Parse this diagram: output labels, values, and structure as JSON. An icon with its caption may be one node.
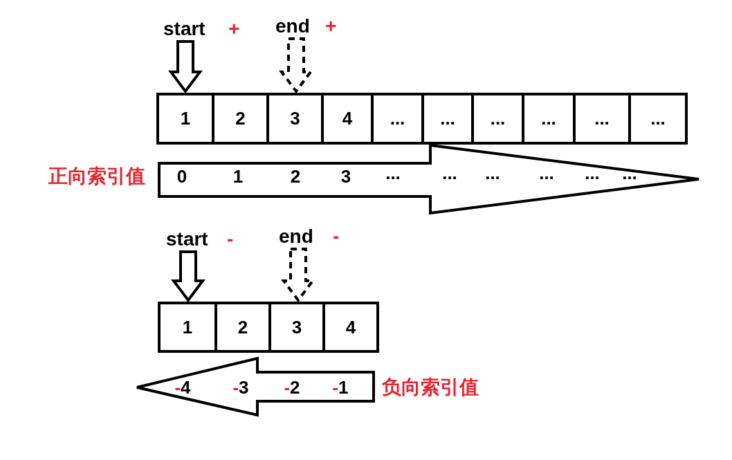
{
  "diagram": {
    "nodes": [
      {
        "text": [
          "start",
          "+"
        ]
      },
      {
        "text": [
          "end",
          "+"
        ]
      },
      {
        "text": [
          "1"
        ]
      },
      {
        "text": [
          "2"
        ]
      },
      {
        "text": [
          "3"
        ]
      },
      {
        "text": [
          "4"
        ]
      },
      {
        "text": [
          "..."
        ]
      },
      {
        "text": [
          "..."
        ]
      },
      {
        "text": [
          "..."
        ]
      },
      {
        "text": [
          "..."
        ]
      },
      {
        "text": [
          "..."
        ]
      },
      {
        "text": [
          "..."
        ]
      },
      {
        "text": [
          "0",
          "1",
          "2",
          "3",
          "...",
          "...",
          "...",
          "...",
          "...",
          "..."
        ],
        "beside": [
          "正向索引值"
        ]
      },
      {
        "text": [
          "start",
          "-"
        ]
      },
      {
        "text": [
          "end",
          "-"
        ]
      },
      {
        "text": [
          "1"
        ]
      },
      {
        "text": [
          "2"
        ]
      },
      {
        "text": [
          "3"
        ]
      },
      {
        "text": [
          "4"
        ]
      },
      {
        "text": [
          "-4",
          "-3",
          "-2",
          "-1"
        ],
        "beside": [
          "负向索引值"
        ]
      }
    ],
    "edges": [
      {
        "from": 0,
        "to": 2,
        "arrow": "to"
      },
      {
        "from": 1,
        "to": 4,
        "arrow": "to",
        "style": "dashed"
      },
      {
        "from": 13,
        "to": 15,
        "arrow": "to"
      },
      {
        "from": 14,
        "to": 17,
        "arrow": "to",
        "style": "dashed"
      }
    ]
  }
}
